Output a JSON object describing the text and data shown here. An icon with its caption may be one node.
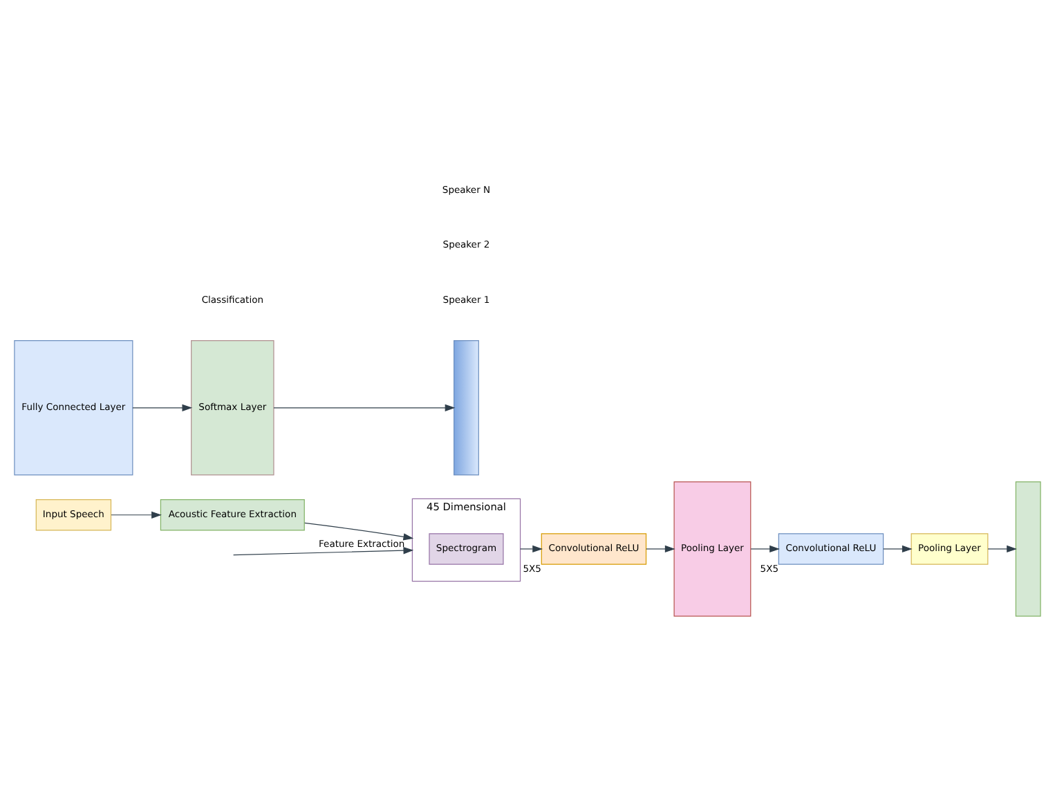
{
  "diagram": {
    "nodes": [
      {
        "text": [
          "Input Speech"
        ]
      },
      {
        "text": [
          "Acoustic Feature Extraction"
        ]
      },
      {
        "text": [
          "45 Dimensional"
        ]
      },
      {
        "text": [
          "Spectrogram"
        ],
        "in": 2
      },
      {
        "text": [
          "Convolutional ReLU"
        ],
        "beside": [
          "5X5"
        ]
      },
      {
        "text": [
          "Pooling Layer"
        ]
      },
      {
        "text": [
          "Convolutional ReLU"
        ],
        "beside": [
          "5X5"
        ]
      },
      {
        "text": [
          "Pooling Layer"
        ]
      },
      {
        "text": [],
        "shape": "bar"
      },
      {
        "text": [
          "Fully Connected Layer"
        ]
      },
      {
        "text": [
          "Softmax Layer"
        ]
      },
      {
        "text": [],
        "shape": "bar"
      }
    ],
    "edges": [
      {
        "from": 0,
        "to": 1,
        "arrow": "to"
      },
      {
        "from": 1,
        "to": 2,
        "arrow": "to"
      },
      {
        "from": 2,
        "to": 4,
        "arrow": "to"
      },
      {
        "from": 4,
        "to": 5,
        "arrow": "to"
      },
      {
        "from": 5,
        "to": 6,
        "arrow": "to"
      },
      {
        "from": 6,
        "to": 7,
        "arrow": "to"
      },
      {
        "from": 7,
        "to": 8,
        "arrow": "to"
      },
      {
        "from": 9,
        "to": 10,
        "arrow": "to"
      },
      {
        "from": 10,
        "to": 11,
        "arrow": "to"
      },
      {
        "from": null,
        "to": 2,
        "arrow": "to",
        "label": "Feature Extraction"
      }
    ],
    "labels": [
      "Speaker 1",
      "Speaker 2",
      "Speaker N",
      "Classification"
    ]
  }
}
